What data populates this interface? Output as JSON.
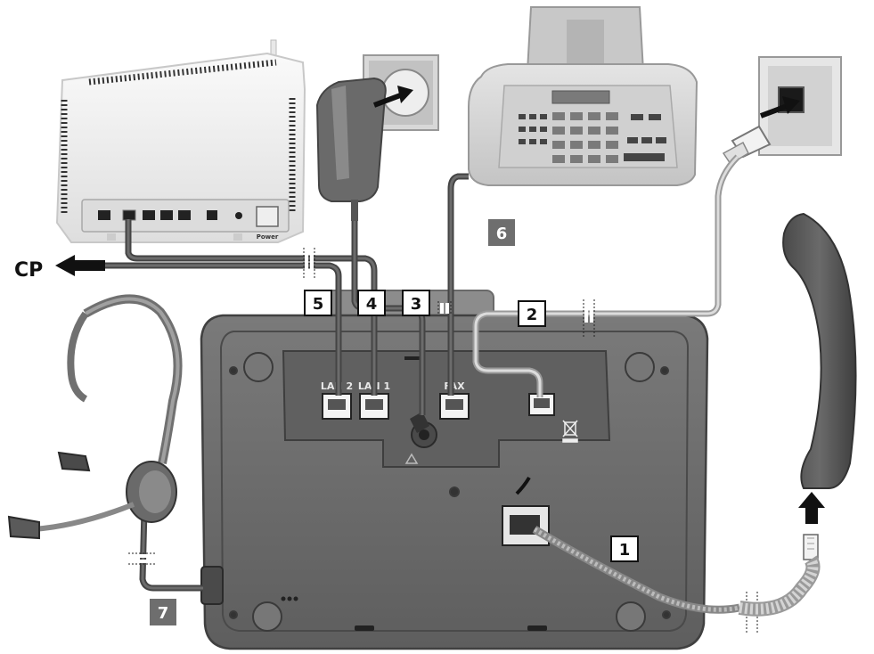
{
  "labels": {
    "cp": "CP",
    "callout_1": "1",
    "callout_2": "2",
    "callout_3": "3",
    "callout_4": "4",
    "callout_5": "5",
    "callout_6": "6",
    "callout_7": "7"
  },
  "ports": {
    "lan2": "LAN 2",
    "lan1": "LAN 1",
    "fax": "FAX",
    "router_power": "Power"
  },
  "colors": {
    "base_dark": "#545454",
    "base_mid": "#707070",
    "router_white": "#f4f4f4",
    "cable_dark": "#444444",
    "cable_light": "#cfcfcf",
    "callout_dark_fill": "#6e6e6e"
  }
}
